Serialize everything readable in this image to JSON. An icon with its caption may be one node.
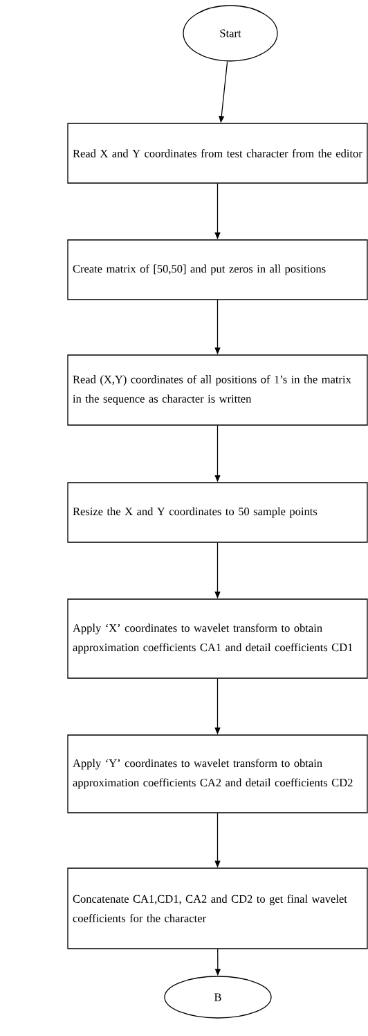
{
  "diagram": {
    "nodes": [
      {
        "text": [
          "Start"
        ]
      },
      {
        "text": [
          "Read X and Y coordinates from test character from the editor"
        ]
      },
      {
        "text": [
          "Create matrix of [50,50] and put zeros in all positions"
        ]
      },
      {
        "text": [
          "Read (X,Y) coordinates of all positions of 1’s in the matrix in the sequence as character is written"
        ]
      },
      {
        "text": [
          "Resize the X and Y coordinates to 50 sample points"
        ]
      },
      {
        "text": [
          "Apply ‘X’ coordinates to wavelet transform to obtain approximation coefficients CA1 and detail coefficients CD1"
        ]
      },
      {
        "text": [
          "Apply ‘Y’ coordinates to wavelet transform to obtain approximation coefficients CA2 and detail coefficients CD2"
        ]
      },
      {
        "text": [
          "Concatenate CA1,CD1, CA2 and CD2 to get final wavelet coefficients for the character"
        ]
      },
      {
        "text": [
          "B"
        ]
      }
    ],
    "edges": [
      {
        "from": 0,
        "to": 1,
        "arrow": "to"
      },
      {
        "from": 1,
        "to": 2,
        "arrow": "to"
      },
      {
        "from": 2,
        "to": 3,
        "arrow": "to"
      },
      {
        "from": 3,
        "to": 4,
        "arrow": "to"
      },
      {
        "from": 4,
        "to": 5,
        "arrow": "to"
      },
      {
        "from": 5,
        "to": 6,
        "arrow": "to"
      },
      {
        "from": 6,
        "to": 7,
        "arrow": "to"
      },
      {
        "from": 7,
        "to": 8,
        "arrow": "to"
      }
    ]
  }
}
